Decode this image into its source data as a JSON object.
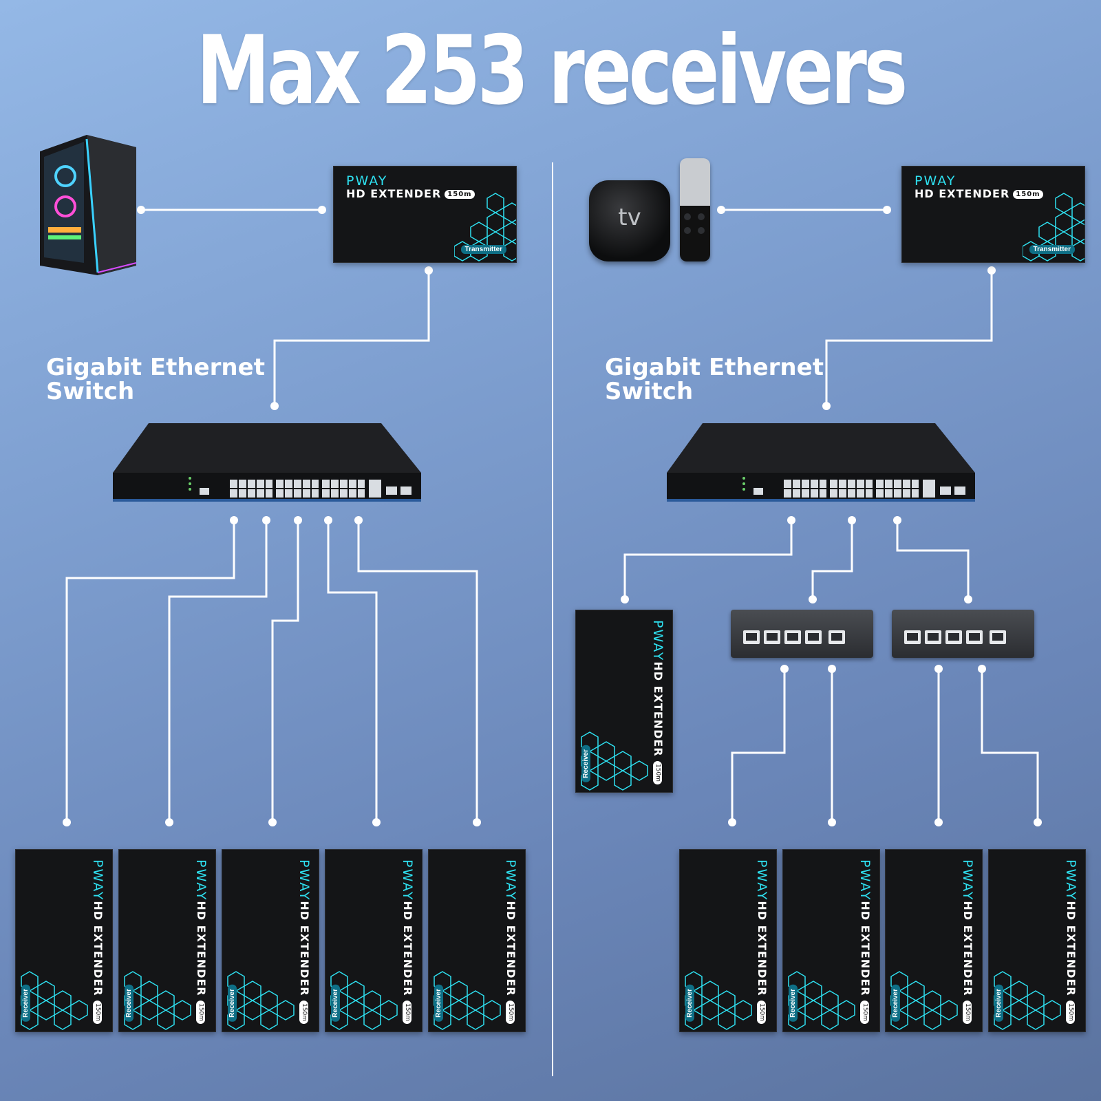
{
  "title": "Max 253 receivers",
  "left": {
    "switch_label_line1": "Gigabit Ethernet",
    "switch_label_line2": "Switch",
    "source_icon": "gaming-pc-icon"
  },
  "right": {
    "switch_label_line1": "Gigabit Ethernet",
    "switch_label_line2": "Switch",
    "source_icon": "apple-tv-icon"
  },
  "device": {
    "brand": "PWAY",
    "name": "HD EXTENDER",
    "range": "150m",
    "transmitter_tag": "Transmitter",
    "receiver_tag": "Receiver"
  },
  "apple_tv_label": "tv",
  "colors": {
    "accent": "#2ee0f0",
    "device_body": "#141517",
    "connector": "#ffffff"
  }
}
